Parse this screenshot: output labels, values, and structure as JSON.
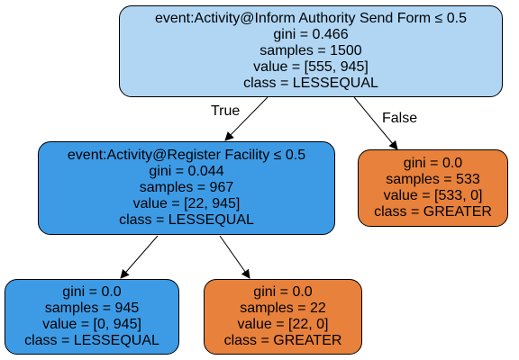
{
  "tree": {
    "root": {
      "condition": "event:Activity@Inform Authority Send Form ≤ 0.5",
      "gini": "gini = 0.466",
      "samples": "samples = 1500",
      "value": "value = [555, 945]",
      "class": "class = LESSEQUAL",
      "color": "#b0d6f4"
    },
    "left": {
      "condition": "event:Activity@Register Facility ≤ 0.5",
      "gini": "gini = 0.044",
      "samples": "samples = 967",
      "value": "value = [22, 945]",
      "class": "class = LESSEQUAL",
      "color": "#3d9be6"
    },
    "right": {
      "gini": "gini = 0.0",
      "samples": "samples = 533",
      "value": "value = [533, 0]",
      "class": "class = GREATER",
      "color": "#e8813b"
    },
    "left_left": {
      "gini": "gini = 0.0",
      "samples": "samples = 945",
      "value": "value = [0, 945]",
      "class": "class = LESSEQUAL",
      "color": "#3d9be6"
    },
    "left_right": {
      "gini": "gini = 0.0",
      "samples": "samples = 22",
      "value": "value = [22, 0]",
      "class": "class = GREATER",
      "color": "#e8813b"
    },
    "edge_labels": {
      "true_label": "True",
      "false_label": "False"
    }
  }
}
